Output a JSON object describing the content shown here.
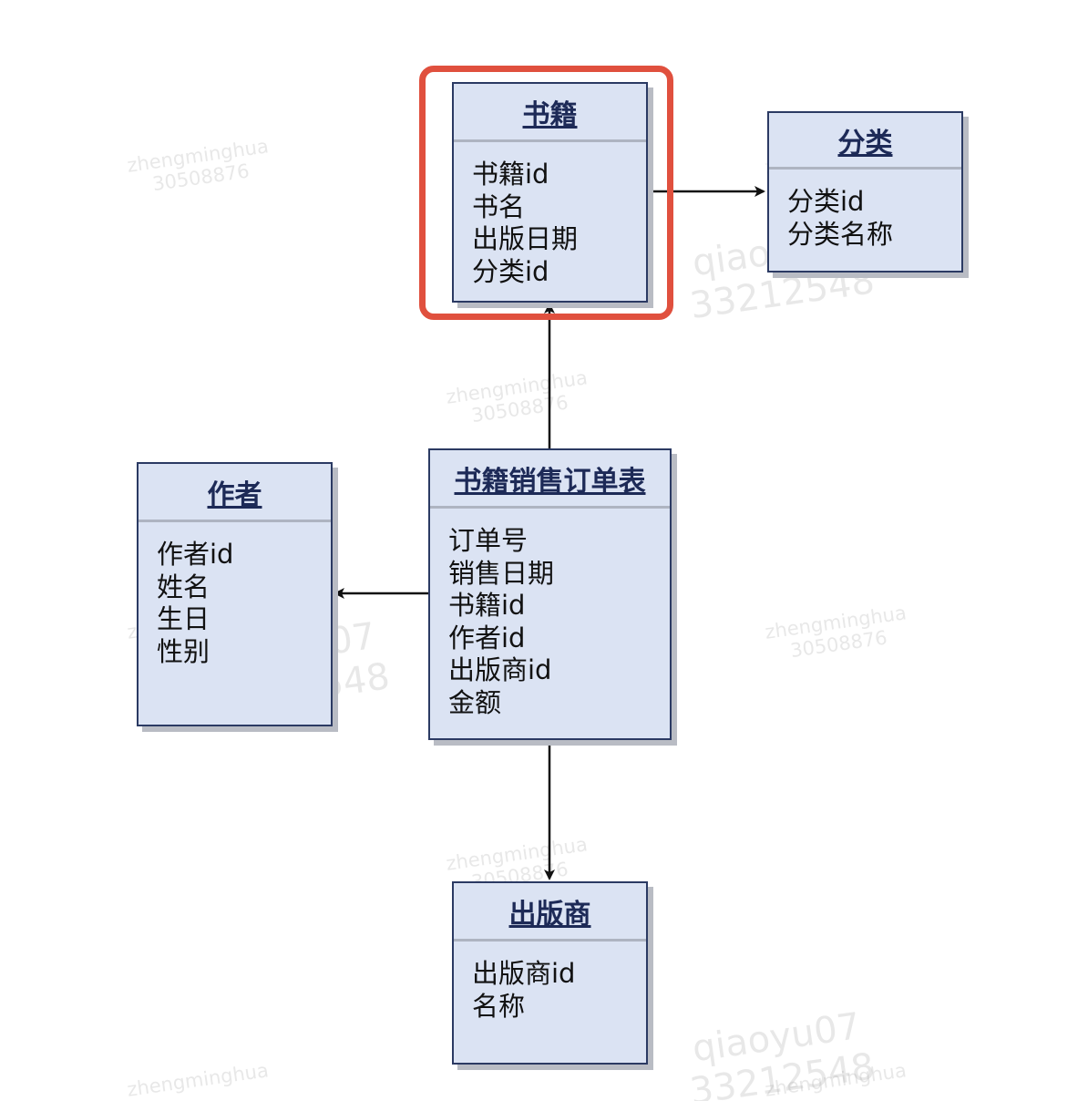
{
  "entities": {
    "book": {
      "title": "书籍",
      "fields": [
        "书籍id",
        "书名",
        "出版日期",
        "分类id"
      ]
    },
    "category": {
      "title": "分类",
      "fields": [
        "分类id",
        "分类名称"
      ]
    },
    "order": {
      "title": "书籍销售订单表",
      "fields": [
        "订单号",
        "销售日期",
        "书籍id",
        "作者id",
        "出版商id",
        "金额"
      ]
    },
    "author": {
      "title": "作者",
      "fields": [
        "作者id",
        "姓名",
        "生日",
        "性别"
      ]
    },
    "publisher": {
      "title": "出版商",
      "fields": [
        "出版商id",
        "名称"
      ]
    }
  },
  "watermarks": {
    "a": {
      "line1": "zhengminghua",
      "line2": "30508876"
    },
    "b": {
      "line1": "qiaoyu07",
      "line2": "33212548"
    }
  },
  "colors": {
    "entity_fill": "#dbe3f3",
    "entity_border": "#2b3a63",
    "highlight": "#e0503e"
  }
}
